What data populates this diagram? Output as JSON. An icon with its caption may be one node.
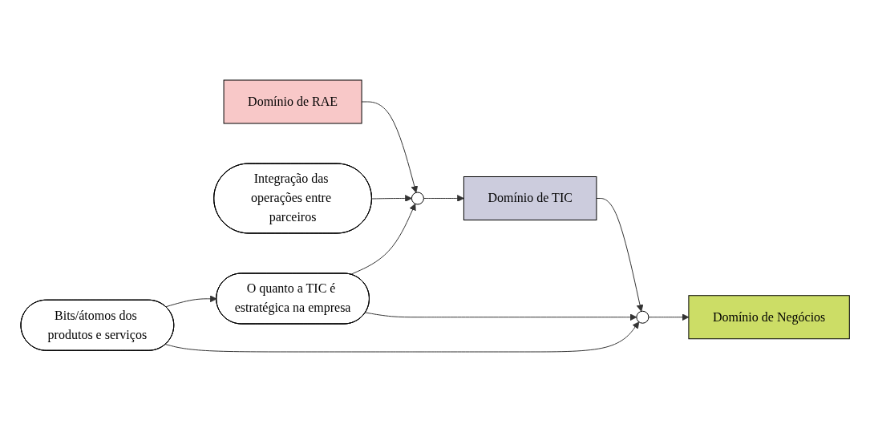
{
  "diagram": {
    "nodes": [
      {
        "text": [
          "Domínio de RAE"
        ]
      },
      {
        "text": [],
        "shape": "circle"
      },
      {
        "text": [
          "Domínio de TIC"
        ]
      },
      {
        "text": [],
        "shape": "circle"
      },
      {
        "text": [
          "Domínio de Negócios"
        ]
      },
      {
        "text": [
          "Integração das operações entre parceiros"
        ]
      },
      {
        "text": [
          "O quanto a TIC é estratégica na empresa"
        ]
      },
      {
        "text": [
          "Bits/átomos dos produtos e serviços"
        ]
      }
    ],
    "edges": [
      {
        "from": 0,
        "to": 1,
        "arrow": "to"
      },
      {
        "from": 1,
        "to": 2,
        "arrow": "to"
      },
      {
        "from": 2,
        "to": 3,
        "arrow": "to"
      },
      {
        "from": 3,
        "to": 4,
        "arrow": "to"
      },
      {
        "from": 5,
        "to": 1,
        "arrow": "to"
      },
      {
        "from": 6,
        "to": 1,
        "arrow": "to"
      },
      {
        "from": 6,
        "to": 3,
        "arrow": "to"
      },
      {
        "from": 7,
        "to": 3,
        "arrow": "to"
      },
      {
        "from": 7,
        "to": 6,
        "arrow": "to"
      }
    ]
  }
}
